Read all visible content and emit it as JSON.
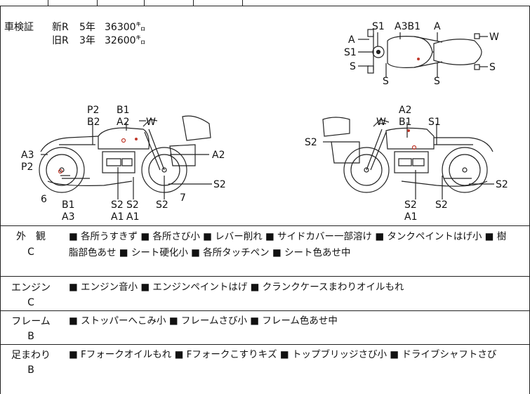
{
  "registration": {
    "label": "車検証",
    "new": {
      "type": "新R",
      "year": "5年",
      "km": "36300㌔"
    },
    "old": {
      "type": "旧R",
      "year": "3年",
      "km": "32600㌔"
    }
  },
  "diagram_labels": {
    "top": [
      "S1",
      "A3B1",
      "A",
      "A",
      "S1",
      "S",
      "S",
      "S",
      "W",
      "S"
    ],
    "left": [
      "P2",
      "B2",
      "B1",
      "A2",
      "W",
      "A3",
      "P2",
      "A2",
      "6",
      "B1",
      "A3",
      "S2",
      "S2",
      "A1",
      "A1",
      "S2",
      "7",
      "S2"
    ],
    "right": [
      "A2",
      "B1",
      "W",
      "S1",
      "S2",
      "S2",
      "A1",
      "S2",
      "S2"
    ]
  },
  "sections": [
    {
      "category": "外　観",
      "grade": "C",
      "items_line1": "■ 各所うすきず ■ 各所さび小 ■ レバー削れ ■ サイドカバー一部溶け ■ タンクペイントはげ小 ■ 樹",
      "items_line2": "脂部色あせ ■ シート硬化小 ■ 各所タッチペン ■ シート色あせ中"
    },
    {
      "category": "エンジン",
      "grade": "C",
      "items_line1": "■ エンジン音小 ■ エンジンペイントはげ ■ クランクケースまわりオイルもれ"
    },
    {
      "category": "フレーム",
      "grade": "B",
      "items_line1": "■ ストッパーへこみ小 ■ フレームさび小 ■ フレーム色あせ中"
    },
    {
      "category": "足まわり",
      "grade": "B",
      "items_line1": "■ Fフォークオイルもれ ■ Fフォークこすりキズ ■ トップブリッジさび小 ■ ドライブシャフトさび"
    }
  ],
  "colors": {
    "line": "#222222",
    "damage_mark": "#c0392b"
  }
}
